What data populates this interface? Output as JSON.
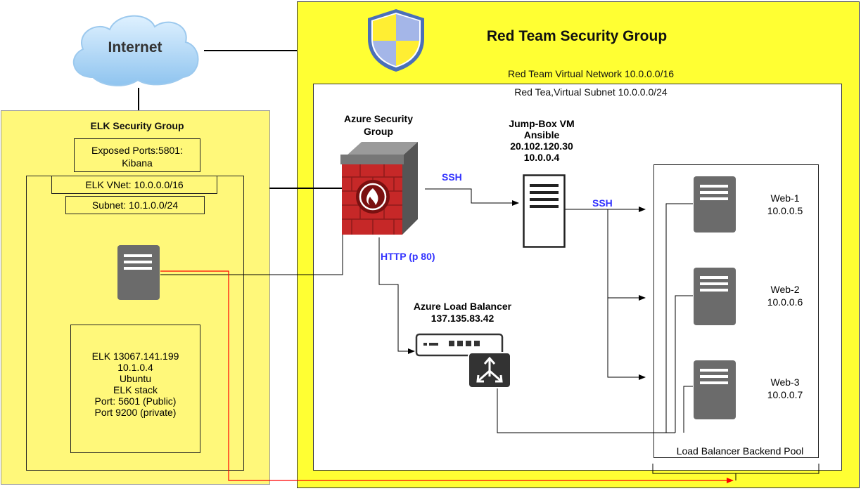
{
  "colors": {
    "group_fill": "#ffff33",
    "elk_group_fill": "#fff87a",
    "label_blue": "#3333ff",
    "red_line": "#ff0000",
    "server_gray": "#6b6b6b"
  },
  "internet": {
    "label": "Internet",
    "icon": "cloud-icon"
  },
  "red_team": {
    "title": "Red Team Security Group",
    "vnet_label": "Red Team Virtual Network 10.0.0.0/16",
    "subnet_label": "Red Tea,Virtual Subnet 10.0.0.0/24",
    "shield_icon": "shield-icon"
  },
  "elk_group": {
    "title": "ELK Security Group",
    "exposed_ports": [
      "Exposed Ports:5801:",
      "Kibana"
    ],
    "vnet": "ELK VNet: 10.0.0.0/16",
    "subnet": "Subnet: 10.1.0.0/24",
    "server_icon": "server-icon",
    "details": [
      "ELK 13067.141.199",
      "10.1.0.4",
      "Ubuntu",
      "ELK stack",
      "Port: 5601 (Public)",
      "Port 9200 (private)"
    ]
  },
  "azure_sg": {
    "title_lines": [
      "Azure Security",
      "Group"
    ],
    "icon": "firewall-icon"
  },
  "jumpbox": {
    "title_lines": [
      "Jump-Box VM",
      "Ansible",
      "20.102.120.30",
      "10.0.0.4"
    ],
    "icon": "server-icon"
  },
  "load_balancer": {
    "title_lines": [
      "Azure Load Balancer",
      "137.135.83.42"
    ],
    "icon": "load-balancer-icon"
  },
  "connections": {
    "ssh_1": "SSH",
    "ssh_2": "SSH",
    "http": "HTTP (p 80)"
  },
  "web_servers": [
    {
      "name": "Web-1",
      "ip": "10.0.0.5"
    },
    {
      "name": "Web-2",
      "ip": "10.0.0.6"
    },
    {
      "name": "Web-3",
      "ip": "10.0.0.7"
    }
  ],
  "backend_pool": {
    "label": "Load Balancer Backend Pool"
  }
}
